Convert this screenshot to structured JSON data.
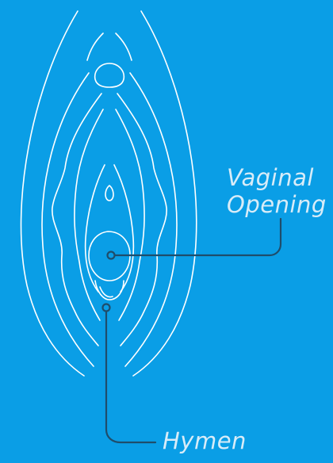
{
  "background_color": "#0a9ee6",
  "outline_color": "#ffffff",
  "leader_color": "#1f4d6b",
  "label_color": "#d8ecf8",
  "labels": {
    "vaginal_opening_line1": "Vaginal",
    "vaginal_opening_line2": "Opening",
    "hymen": "Hymen"
  }
}
